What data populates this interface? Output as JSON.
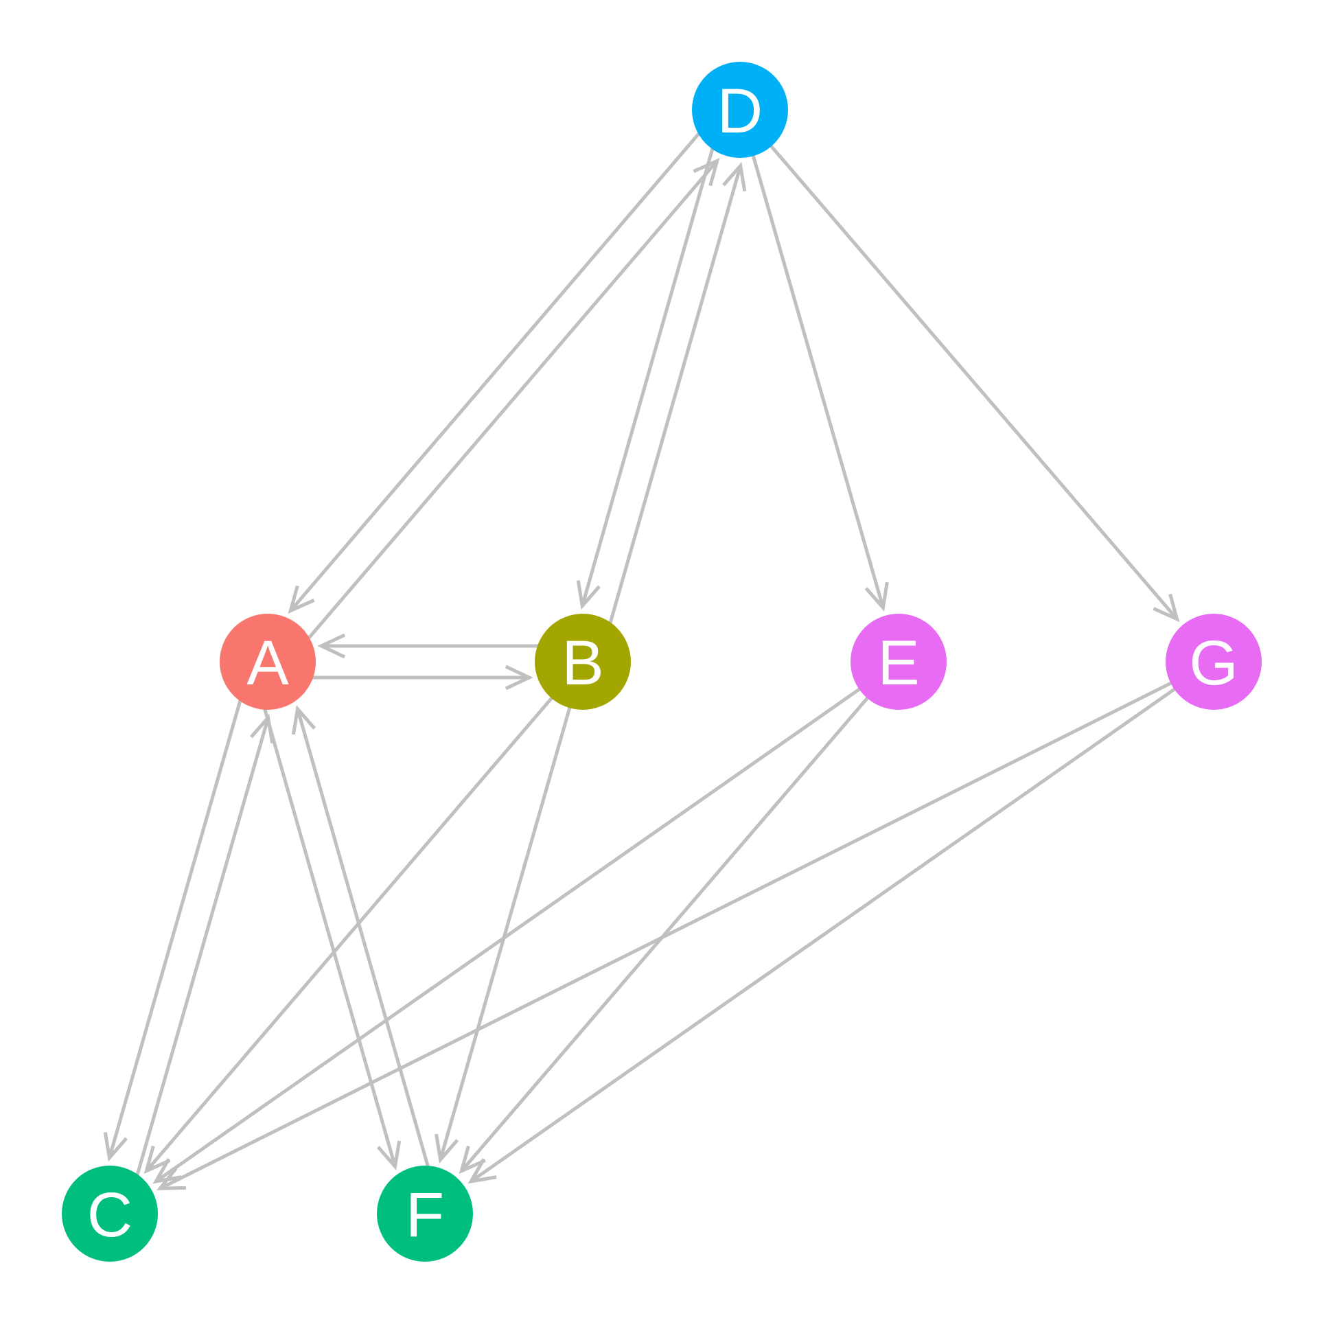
{
  "nodes": [
    {
      "id": "A",
      "label": "A",
      "color": "#F8766D"
    },
    {
      "id": "B",
      "label": "B",
      "color": "#A3A500"
    },
    {
      "id": "C",
      "label": "C",
      "color": "#00BF7D"
    },
    {
      "id": "D",
      "label": "D",
      "color": "#00B0F6"
    },
    {
      "id": "E",
      "label": "E",
      "color": "#E76BF3"
    },
    {
      "id": "F",
      "label": "F",
      "color": "#00BF7D"
    },
    {
      "id": "G",
      "label": "G",
      "color": "#E76BF3"
    }
  ],
  "edges": [
    {
      "from": "D",
      "to": "A"
    },
    {
      "from": "A",
      "to": "D"
    },
    {
      "from": "D",
      "to": "B"
    },
    {
      "from": "B",
      "to": "D"
    },
    {
      "from": "D",
      "to": "E"
    },
    {
      "from": "D",
      "to": "G"
    },
    {
      "from": "A",
      "to": "B"
    },
    {
      "from": "B",
      "to": "A"
    },
    {
      "from": "A",
      "to": "C"
    },
    {
      "from": "C",
      "to": "A"
    },
    {
      "from": "A",
      "to": "F"
    },
    {
      "from": "F",
      "to": "A"
    },
    {
      "from": "B",
      "to": "C"
    },
    {
      "from": "B",
      "to": "F"
    },
    {
      "from": "E",
      "to": "C"
    },
    {
      "from": "E",
      "to": "F"
    },
    {
      "from": "G",
      "to": "C"
    },
    {
      "from": "G",
      "to": "F"
    }
  ],
  "edge_color": "#c0c0c0"
}
